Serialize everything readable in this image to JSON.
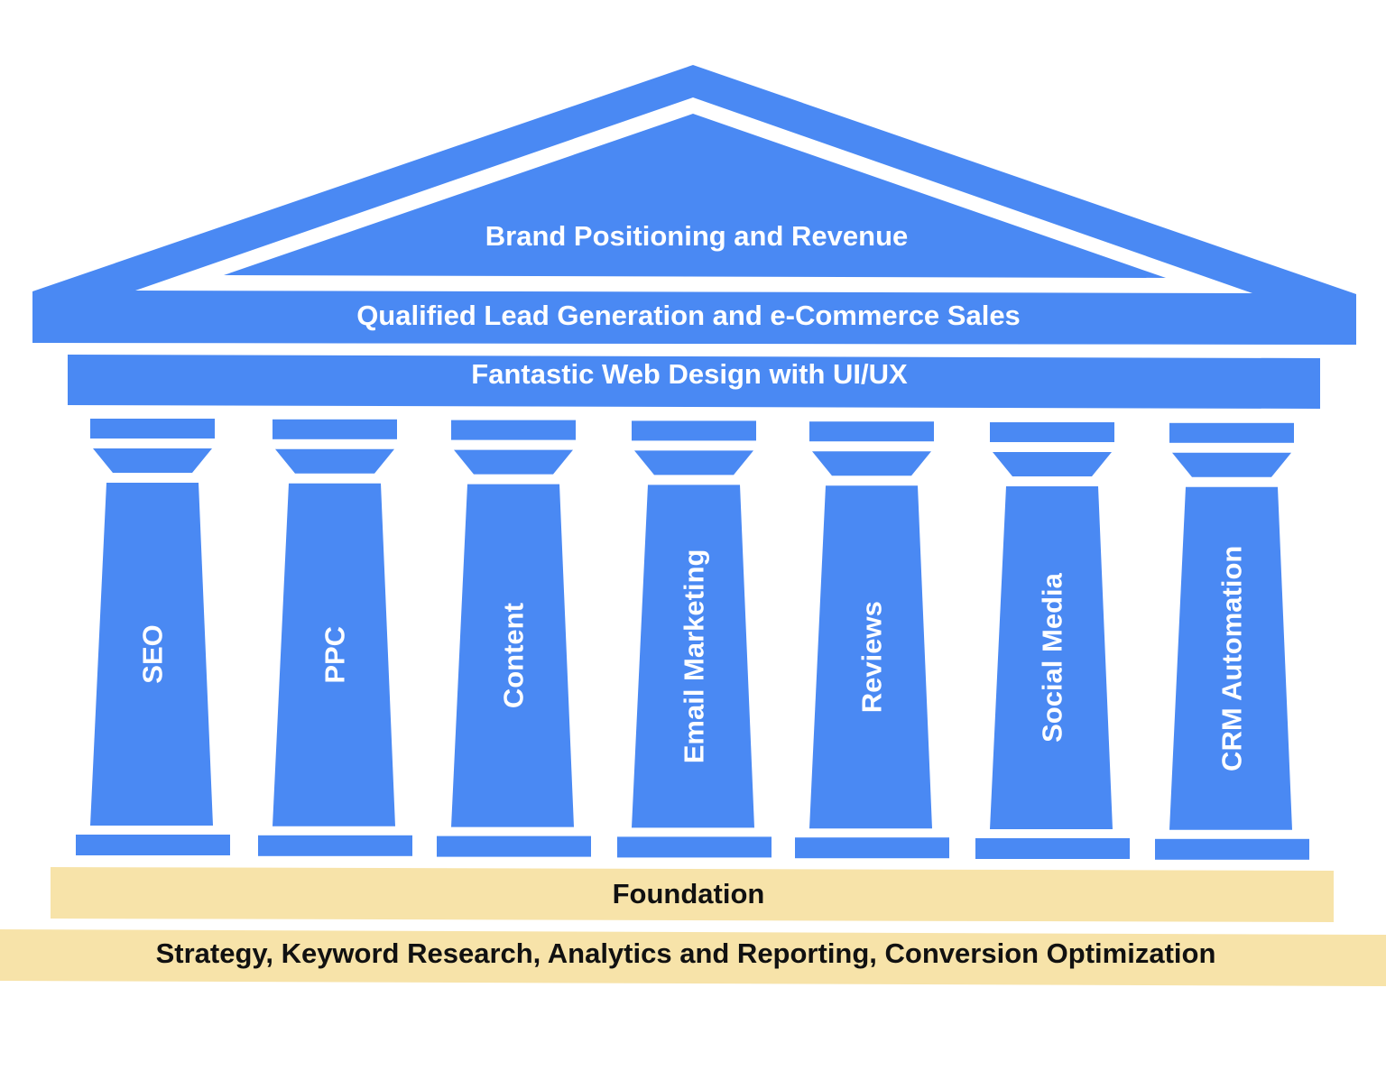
{
  "colors": {
    "primary_blue": "#4a89f3",
    "foundation_beige": "#f7e3a9",
    "text_light": "#ffffff",
    "text_dark": "#111111"
  },
  "roof": {
    "pediment_label": "Brand Positioning and Revenue",
    "entablature_label": "Qualified Lead Generation and e-Commerce Sales"
  },
  "beam": {
    "label": "Fantastic Web Design with UI/UX"
  },
  "pillars": [
    {
      "label": "SEO"
    },
    {
      "label": "PPC"
    },
    {
      "label": "Content"
    },
    {
      "label": "Email Marketing"
    },
    {
      "label": "Reviews"
    },
    {
      "label": "Social Media"
    },
    {
      "label": "CRM Automation"
    }
  ],
  "foundation": {
    "label": "Foundation",
    "base_label": "Strategy, Keyword Research, Analytics and Reporting, Conversion Optimization"
  }
}
